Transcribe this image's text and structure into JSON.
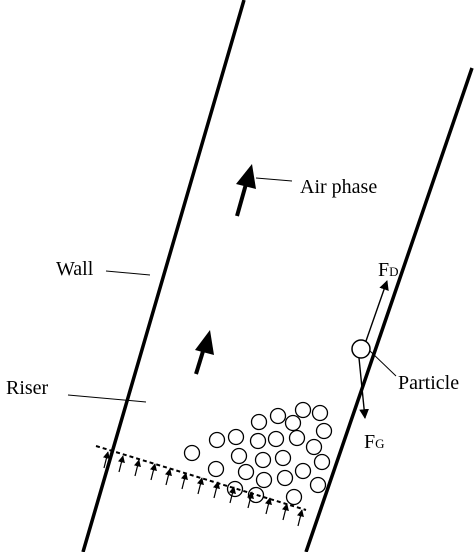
{
  "labels": {
    "air_phase": "Air phase",
    "wall": "Wall",
    "riser": "Riser",
    "particle": "Particle",
    "drag_force": {
      "main": "F",
      "sub": "D"
    },
    "gravity_force": {
      "main": "F",
      "sub": "G"
    }
  }
}
